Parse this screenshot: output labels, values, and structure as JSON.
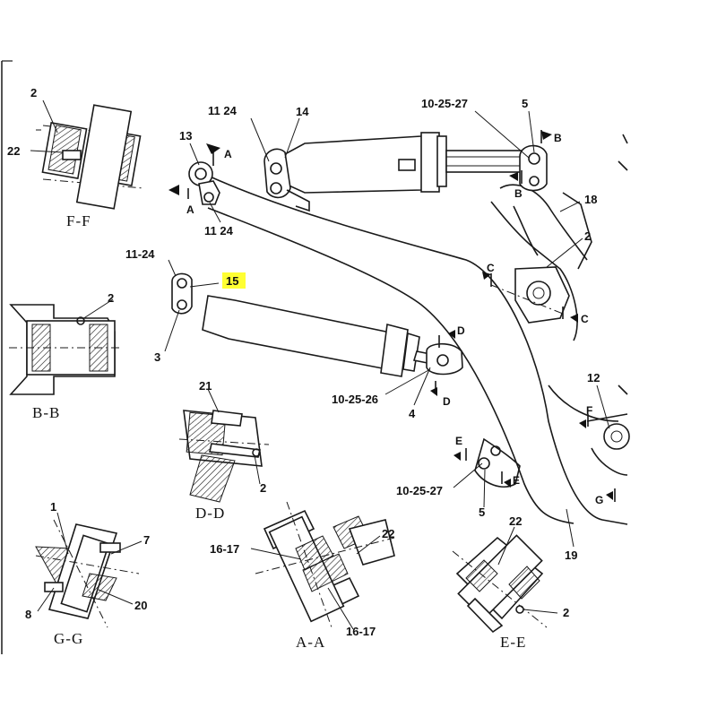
{
  "colors": {
    "line": "#1a1a1a",
    "background": "#ffffff",
    "callout_highlight": "#ffff33"
  },
  "callouts": {
    "c_2_ff": "2",
    "c_22_ff": "22",
    "c_11_24_top": "11 24",
    "c_14": "14",
    "c_10_25_27_top": "10-25-27",
    "c_5_top": "5",
    "c_13": "13",
    "c_11_24_mid": "11 24",
    "c_18": "18",
    "c_2_right": "2",
    "c_11_24_left": "11-24",
    "c_15": "15",
    "c_2_bb": "2",
    "c_3": "3",
    "c_10_25_26": "10-25-26",
    "c_4": "4",
    "c_12": "12",
    "c_21": "21",
    "c_2_dd": "2",
    "c_10_25_27_low": "10-25-27",
    "c_5_low": "5",
    "c_1": "1",
    "c_7": "7",
    "c_8": "8",
    "c_20": "20",
    "c_16_17_top": "16-17",
    "c_22_aa": "22",
    "c_16_17_low": "16-17",
    "c_22_ee": "22",
    "c_2_ee": "2",
    "c_19": "19"
  },
  "section_titles": {
    "ff": "F-F",
    "bb": "B-B",
    "dd": "D-D",
    "gg": "G-G",
    "aa": "A-A",
    "ee": "E-E"
  },
  "section_arrows": {
    "a1": "A",
    "a2": "A",
    "b1": "B",
    "b2": "B",
    "c1": "C",
    "c2": "C",
    "d1": "D",
    "d2": "D",
    "e1": "E",
    "e2": "E",
    "f1": "F",
    "g1": "G"
  }
}
